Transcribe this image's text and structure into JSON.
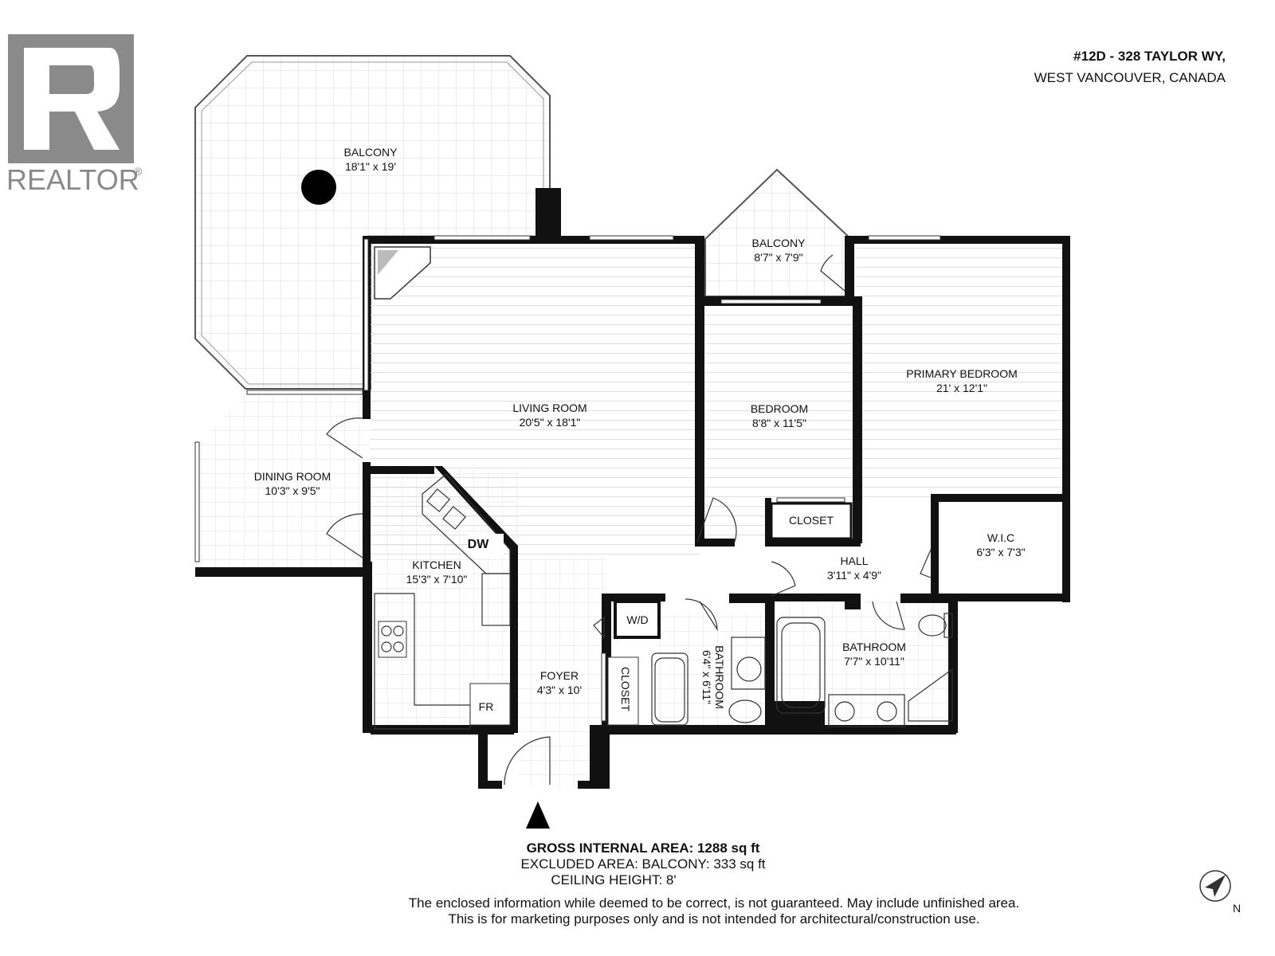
{
  "logo": {
    "text": "REALTOR",
    "mark": "®"
  },
  "address": {
    "line1": "#12D - 328 TAYLOR WY,",
    "line2": "WEST VANCOUVER, CANADA"
  },
  "rooms": {
    "balcony_main": {
      "name": "BALCONY",
      "size": "18'1\" x 19'"
    },
    "balcony_small": {
      "name": "BALCONY",
      "size": "8'7\" x 7'9\""
    },
    "living_room": {
      "name": "LIVING ROOM",
      "size": "20'5\" x 18'1\""
    },
    "bedroom": {
      "name": "BEDROOM",
      "size": "8'8\" x 11'5\""
    },
    "primary_bedroom": {
      "name": "PRIMARY BEDROOM",
      "size": "21' x 12'1\""
    },
    "dining_room": {
      "name": "DINING ROOM",
      "size": "10'3\" x 9'5\""
    },
    "kitchen": {
      "name": "KITCHEN",
      "size": "15'3\" x 7'10\""
    },
    "closet_bedroom": {
      "name": "CLOSET"
    },
    "wic": {
      "name": "W.I.C",
      "size": "6'3\" x 7'3\""
    },
    "hall": {
      "name": "HALL",
      "size": "3'11\" x 4'9\""
    },
    "bathroom_small": {
      "name": "BATHROOM",
      "size": "6'4\" x 6'11\""
    },
    "bathroom_main": {
      "name": "BATHROOM",
      "size": "7'7\" x 10'11\""
    },
    "foyer": {
      "name": "FOYER",
      "size": "4'3\" x 10'"
    },
    "closet_foyer": {
      "name": "CLOSET"
    }
  },
  "fixtures": {
    "dw": "DW",
    "wd": "W/D",
    "fr": "FR"
  },
  "footer": {
    "gross": "GROSS INTERNAL AREA: 1288 sq ft",
    "excluded": "EXCLUDED AREA: BALCONY: 333 sq ft",
    "ceiling": "CEILING HEIGHT: 8'",
    "disclaimer1": "The enclosed information while deemed to be correct, is not guaranteed. May include unfinished area.",
    "disclaimer2": "This is for marketing purposes only and is not intended for architectural/construction use."
  },
  "compass": {
    "label": "N"
  },
  "icons": [
    "realtor-logo-icon",
    "entrance-arrow-icon",
    "compass-icon",
    "stove-icon",
    "sink-icon",
    "toilet-icon",
    "bathtub-icon",
    "shower-icon",
    "fireplace-icon"
  ]
}
